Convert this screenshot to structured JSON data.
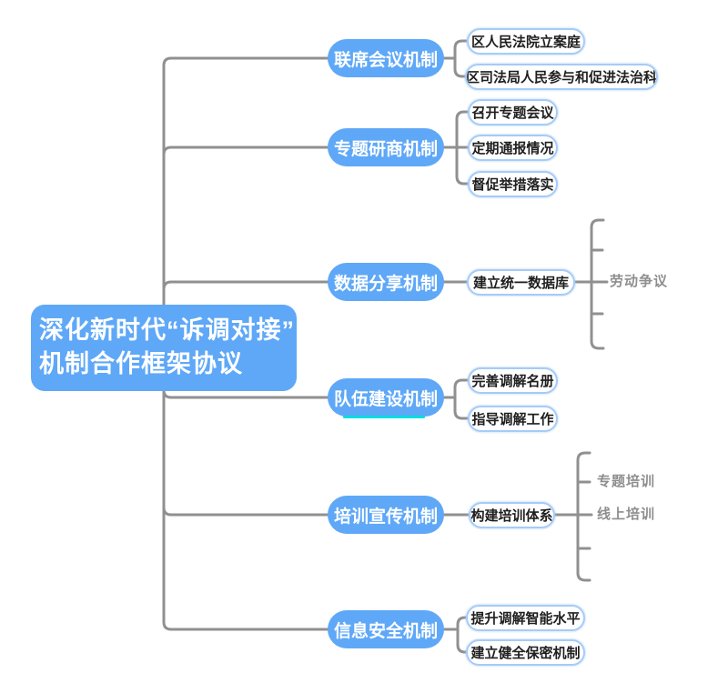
{
  "root": {
    "line1": "深化新时代“诉调对接”",
    "line2": "机制合作框架协议"
  },
  "branches": [
    {
      "label": "联席会议机制",
      "children": [
        "区人民法院立案庭",
        "区司法局人民参与和促进法治科"
      ]
    },
    {
      "label": "专题研商机制",
      "children": [
        "召开专题会议",
        "定期通报情况",
        "督促举措落实"
      ]
    },
    {
      "label": "数据分享机制",
      "children": [
        "建立统一数据库"
      ],
      "ghosts": [
        "劳动争议"
      ]
    },
    {
      "label": "队伍建设机制",
      "children": [
        "完善调解名册",
        "指导调解工作"
      ]
    },
    {
      "label": "培训宣传机制",
      "children": [
        "构建培训体系"
      ],
      "ghosts": [
        "专题培训",
        "线上培训"
      ]
    },
    {
      "label": "信息安全机制",
      "children": [
        "提升调解智能水平",
        "建立健全保密机制"
      ]
    }
  ],
  "colors": {
    "node_blue": "#5FA8F7",
    "leaf_border": "#A6CBF7",
    "connector_gray": "#909090",
    "ghost_text": "#8E8E8E",
    "insertion_cyan": "#00DDE0",
    "leaf_text": "#1F1F1F"
  }
}
